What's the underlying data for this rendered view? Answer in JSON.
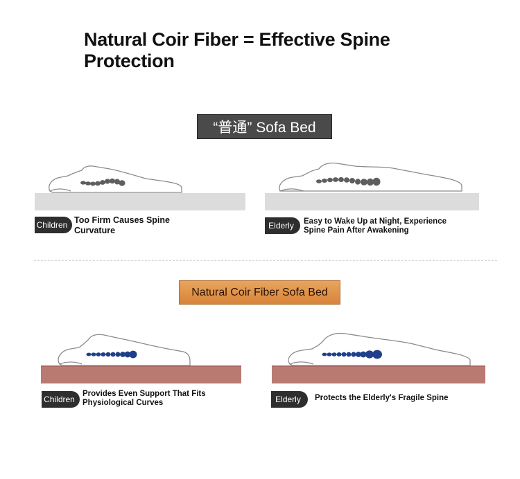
{
  "headline": "Natural Coir Fiber = Effective Spine Protection",
  "ordinary_label": "“普通” Sofa Bed",
  "coir_label": "Natural Coir Fiber Sofa Bed",
  "panels": [
    {
      "tag": "Children",
      "caption": "Too Firm Causes Spine Curvature"
    },
    {
      "tag": "Elderly",
      "caption": "Easy to Wake Up at Night, Experience Spine Pain After Awakening"
    },
    {
      "tag": "Children",
      "caption": "Provides Even Support That Fits Physiological Curves"
    },
    {
      "tag": "Elderly",
      "caption": "Protects the Elderly's Fragile Spine"
    }
  ],
  "colors": {
    "ordinary_label_bg": "#4a4a4a",
    "coir_label_bg": "#e0924a",
    "grey_mattress": "#dcdcdc",
    "coir_mattress": "#b97a72",
    "bad_spine": "#6a6a6a",
    "good_spine": "#1f3f8a",
    "tag_bg": "#2e2e2e"
  }
}
